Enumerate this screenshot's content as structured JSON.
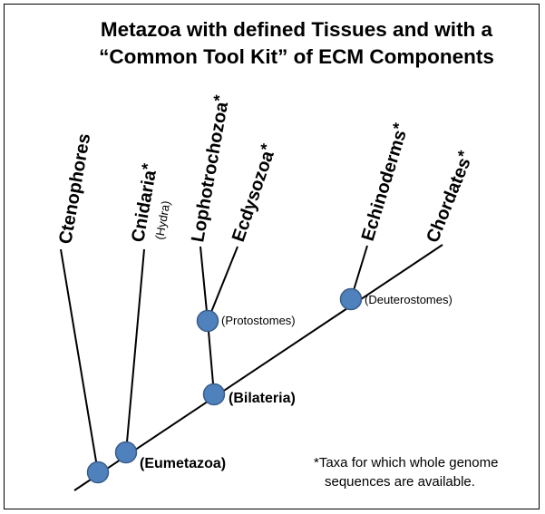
{
  "title": {
    "line1": "Metazoa with defined Tissues and with a",
    "line2": "“Common Tool Kit” of ECM Components"
  },
  "taxa": {
    "ctenophores": {
      "name": "Ctenophores",
      "star": ""
    },
    "cnidaria": {
      "name": "Cnidaria",
      "star": "*",
      "sub": "(Hydra)"
    },
    "lophotrochozoa": {
      "name": "Lophotrochozoa",
      "star": "*"
    },
    "ecdysozoa": {
      "name": "Ecdysozoa",
      "star": "*"
    },
    "echinoderms": {
      "name": "Echinoderms",
      "star": "*"
    },
    "chordates": {
      "name": "Chordates",
      "star": "*"
    }
  },
  "nodes": {
    "protostomes": "(Protostomes)",
    "deuterostomes": "(Deuterostomes)",
    "bilateria": "(Bilateria)",
    "eumetazoa": "(Eumetazoa)"
  },
  "colors": {
    "node_fill": "#4f81bd",
    "node_stroke": "#385d8a",
    "line": "#000000"
  },
  "footnote": {
    "line1": "*Taxa for which whole genome",
    "line2": "sequences are available."
  }
}
